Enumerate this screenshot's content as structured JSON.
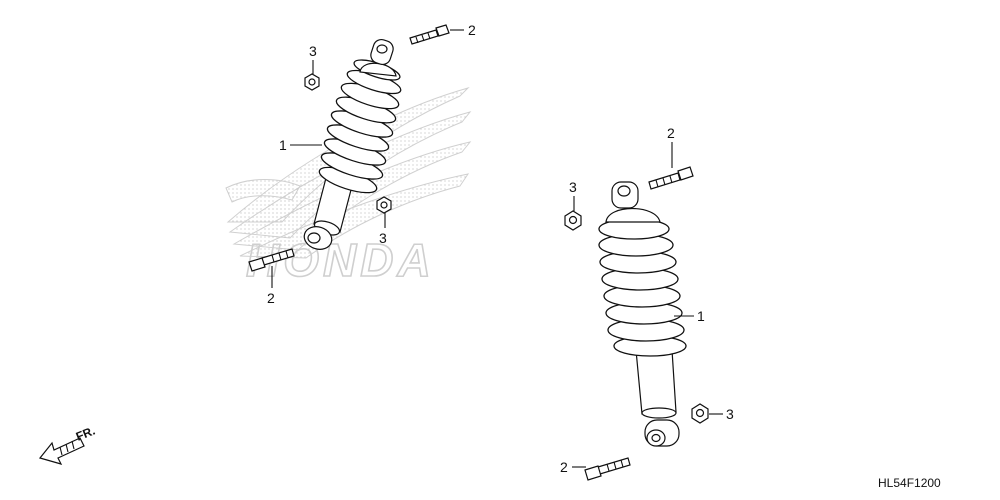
{
  "watermark": {
    "text": "HONDA",
    "wing_color": "#d4d4d4"
  },
  "direction": {
    "label": "FR.",
    "icon": "arrow-icon"
  },
  "drawing_code": "HL54F1200",
  "callouts": {
    "left_shock": "1",
    "left_upper_bolt": "2",
    "left_lower_bolt": "2",
    "left_upper_nut": "3",
    "left_lower_nut": "3",
    "right_shock": "1",
    "right_upper_bolt": "2",
    "right_lower_bolt": "2",
    "right_upper_nut": "3",
    "right_lower_nut": "3"
  }
}
